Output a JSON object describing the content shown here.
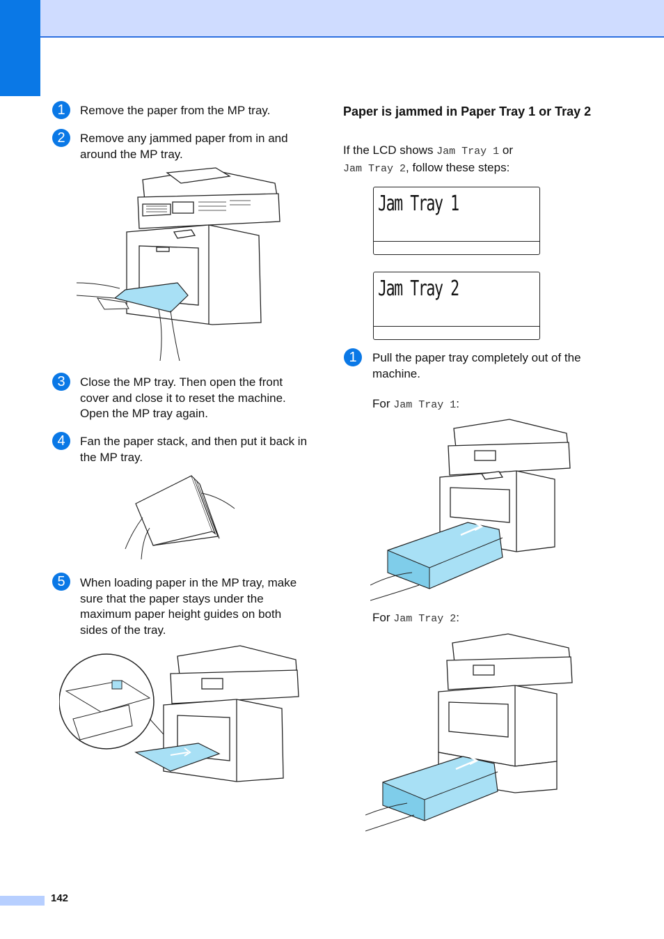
{
  "page": {
    "number": "142"
  },
  "left_steps": [
    {
      "num": "1",
      "text": "Remove the paper from the MP tray."
    },
    {
      "num": "2",
      "text": "Remove any jammed paper from in and around the MP tray."
    },
    {
      "num": "3",
      "text": "Close the MP tray. Then open the front cover and close it to reset the machine. Open the MP tray again."
    },
    {
      "num": "4",
      "text": "Fan the paper stack, and then put it back in the MP tray."
    },
    {
      "num": "5",
      "text": "When loading paper in the MP tray, make sure that the paper stays under the maximum paper height guides on both sides of the tray."
    }
  ],
  "section": {
    "heading": "Paper is jammed in Paper Tray 1 or Tray 2",
    "intro_prefix": "If the LCD shows ",
    "intro_code1": "Jam Tray 1",
    "intro_mid": " or",
    "intro_code2": "Jam Tray 2",
    "intro_suffix": ", follow these steps:"
  },
  "lcd": {
    "screen1": "Jam Tray 1",
    "screen2": "Jam Tray 2"
  },
  "right_steps": [
    {
      "num": "1",
      "text": "Pull the paper tray completely out of the machine."
    }
  ],
  "for_labels": [
    {
      "prefix": "For ",
      "code": "Jam Tray 1",
      "suffix": ":"
    },
    {
      "prefix": "For ",
      "code": "Jam Tray 2",
      "suffix": ":"
    }
  ],
  "colors": {
    "accent": "#0a78e6",
    "header": "#cfdcff",
    "paper": "#a8e0f5"
  }
}
